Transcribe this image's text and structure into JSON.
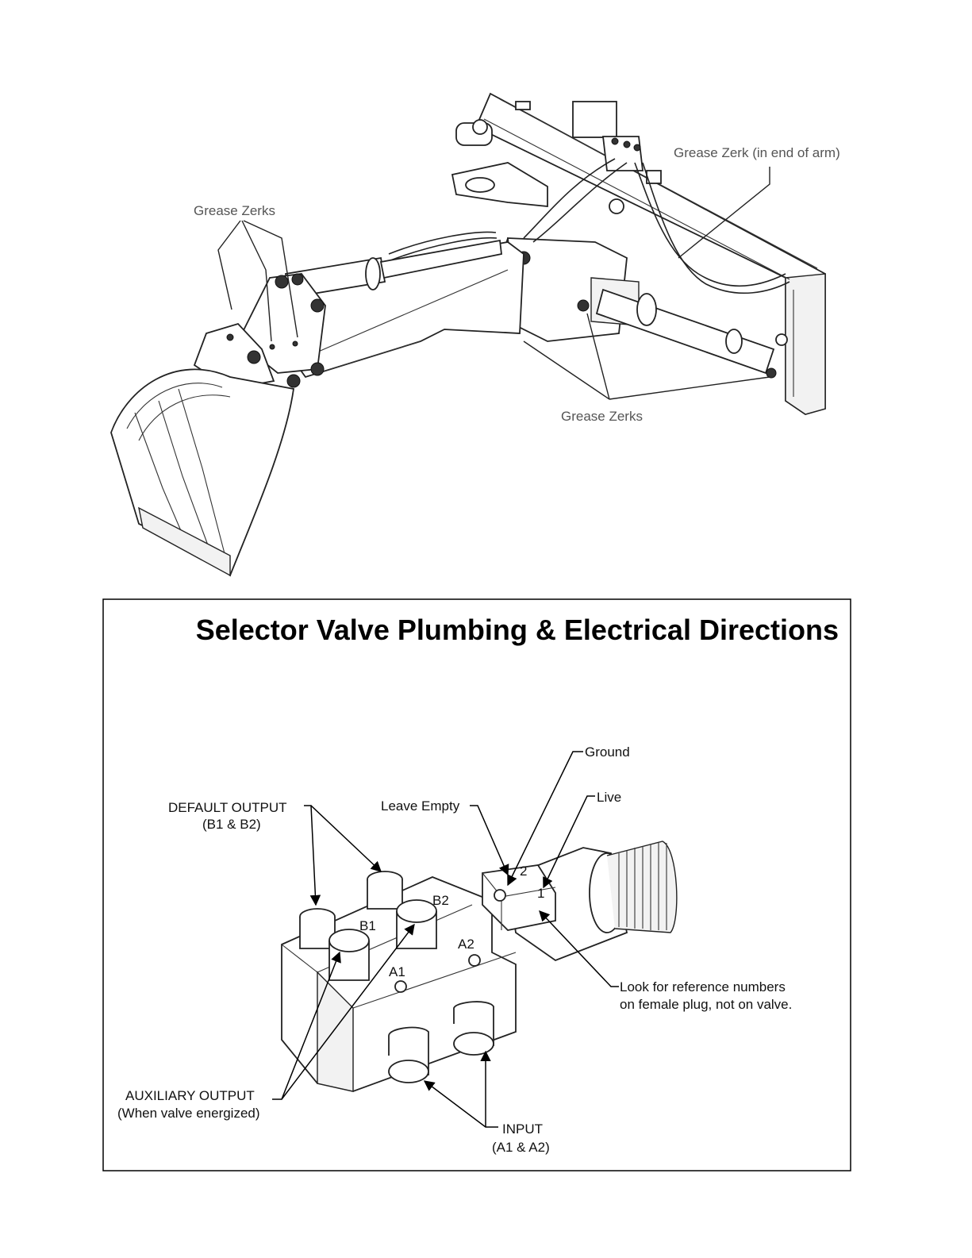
{
  "top_figure": {
    "callouts": {
      "grease_zerks_left": "Grease Zerks",
      "grease_zerk_arm_end": "Grease Zerk (in end of arm)",
      "grease_zerks_bottom": "Grease Zerks"
    }
  },
  "valve_panel": {
    "title": "Selector Valve Plumbing & Electrical Directions",
    "labels": {
      "ground": "Ground",
      "live": "Live",
      "leave_empty": "Leave Empty",
      "default_output_line1": "DEFAULT OUTPUT",
      "default_output_line2": "(B1 & B2)",
      "auxiliary_output_line1": "AUXILIARY OUTPUT",
      "auxiliary_output_line2": "(When valve energized)",
      "input_line1": "INPUT",
      "input_line2": "(A1 & A2)",
      "plug_note_line1": "Look for reference numbers",
      "plug_note_line2": "on female plug, not on valve."
    },
    "port_marks": {
      "b1": "B1",
      "b2": "B2",
      "a1": "A1",
      "a2": "A2",
      "pin1": "1",
      "pin2": "2"
    }
  }
}
